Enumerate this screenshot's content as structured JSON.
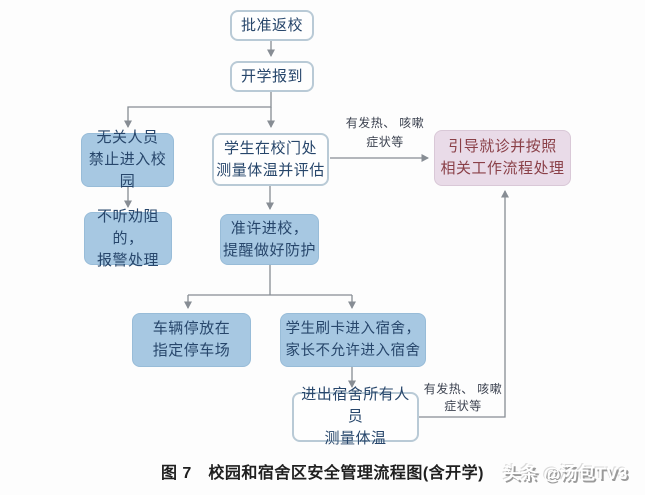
{
  "colors": {
    "page_bg": "#fdfdfd",
    "node_blue_bg": "#a7c8e2",
    "node_text_blue": "#27466b",
    "node_white_border": "#b9cad6",
    "node_pink_bg": "#e9dbe8",
    "node_pink_text": "#8a4048",
    "line": "#878d94",
    "label_text": "#3c4250",
    "caption": "#1f1f1f",
    "watermark_shadow": "#9a9a9a"
  },
  "flowchart": {
    "nodes": {
      "approve_return": {
        "line1": "批准返校"
      },
      "register": {
        "line1": "开学报到"
      },
      "unrelated": {
        "line1": "无关人员",
        "line2": "禁止进入校园"
      },
      "gate_check": {
        "line1": "学生在校门处",
        "line2": "测量体温并评估"
      },
      "guide_treat": {
        "line1": "引导就诊并按照",
        "line2": "相关工作流程处理"
      },
      "police": {
        "line1": "不听劝阻的，",
        "line2": "报警处理"
      },
      "permit_enter": {
        "line1": "准许进校，",
        "line2": "提醒做好防护"
      },
      "parking": {
        "line1": "车辆停放在",
        "line2": "指定停车场"
      },
      "swipe_dorm": {
        "line1": "学生刷卡进入宿舍，",
        "line2": "家长不允许进入宿舍"
      },
      "dorm_temp": {
        "line1": "进出宿舍所有人员",
        "line2": "测量体温"
      }
    },
    "edge_labels": {
      "symptom_top": {
        "line1": "有发热、",
        "line2": "咳嗽症状等"
      },
      "symptom_bottom": {
        "line1": "有发热、",
        "line2": "咳嗽症状等"
      }
    }
  },
  "caption": "图 7　校园和宿舍区安全管理流程图(含开学)",
  "watermark": "头条 @汤包TV3"
}
